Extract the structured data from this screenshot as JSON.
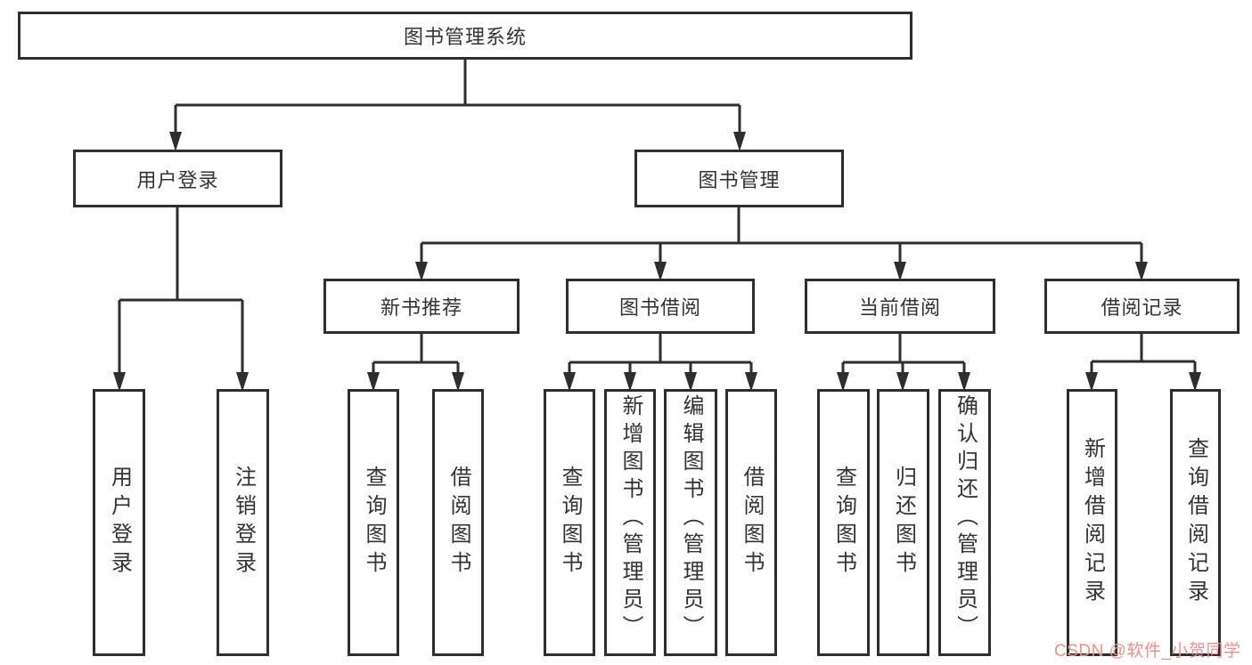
{
  "tree": {
    "root": {
      "label": "图书管理系统",
      "children": [
        {
          "label": "用户登录",
          "children": [
            {
              "label": "用户登录"
            },
            {
              "label": "注销登录"
            }
          ]
        },
        {
          "label": "图书管理",
          "children": [
            {
              "label": "新书推荐",
              "children": [
                {
                  "label": "查询图书"
                },
                {
                  "label": "借阅图书"
                }
              ]
            },
            {
              "label": "图书借阅",
              "children": [
                {
                  "label": "查询图书"
                },
                {
                  "label": "新增图书（管理员）"
                },
                {
                  "label": "编辑图书（管理员）"
                },
                {
                  "label": "借阅图书"
                }
              ]
            },
            {
              "label": "当前借阅",
              "children": [
                {
                  "label": "查询图书"
                },
                {
                  "label": "归还图书"
                },
                {
                  "label": "确认归还（管理员）"
                }
              ]
            },
            {
              "label": "借阅记录",
              "children": [
                {
                  "label": "新增借阅记录"
                },
                {
                  "label": "查询借阅记录"
                }
              ]
            }
          ]
        }
      ]
    }
  },
  "watermark": {
    "text": "CSDN @软件_小贺同学"
  },
  "colors": {
    "line": "#2e2e2e",
    "text": "#333333",
    "watermark": "#ee8f8f",
    "background": "#ffffff"
  }
}
